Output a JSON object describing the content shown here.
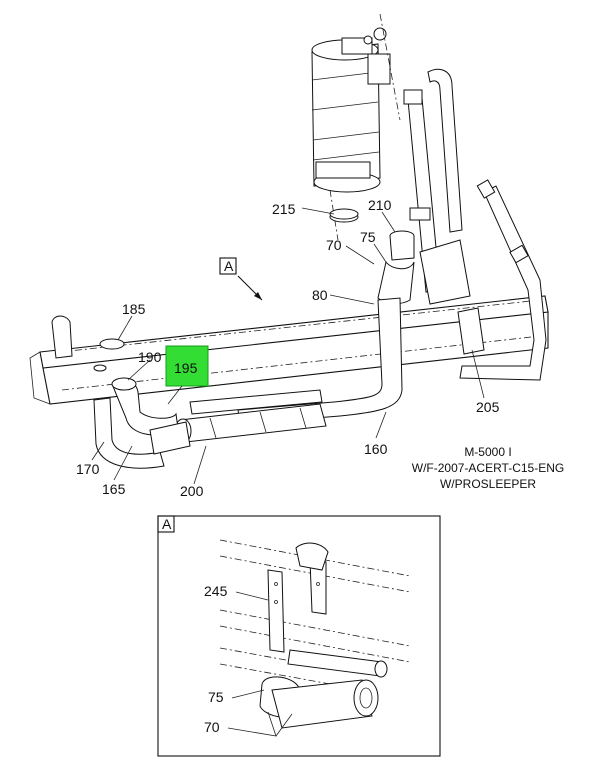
{
  "callouts": {
    "c215": "215",
    "c210": "210",
    "c70_main": "70",
    "c75_main": "75",
    "c80": "80",
    "c185": "185",
    "c190": "190",
    "c195": "195",
    "c205": "205",
    "c160": "160",
    "c170": "170",
    "c165": "165",
    "c200": "200"
  },
  "view_marker": "A",
  "model_note": {
    "line1": "M-5000 I",
    "line2": "W/F-2007-ACERT-C15-ENG",
    "line3": "W/PROSLEEPER"
  },
  "detail": {
    "title": "A",
    "c245": "245",
    "c75": "75",
    "c70": "70"
  },
  "colors": {
    "highlight": "#33dd33",
    "line": "#111111"
  }
}
